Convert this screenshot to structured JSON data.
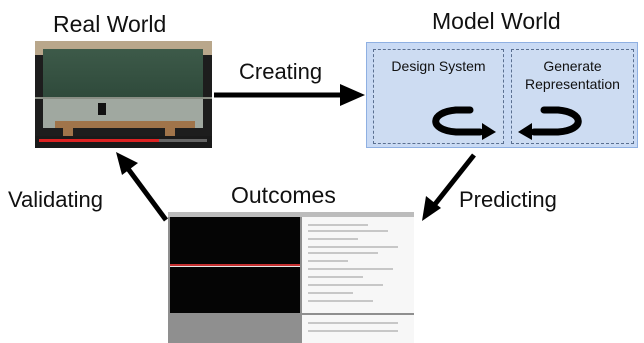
{
  "nodes": {
    "real_world": "Real World",
    "model_world": "Model World",
    "outcomes": "Outcomes",
    "design_system": "Design System",
    "generate_representation_line1": "Generate",
    "generate_representation_line2": "Representation"
  },
  "edges": {
    "creating": "Creating",
    "predicting": "Predicting",
    "validating": "Validating"
  },
  "colors": {
    "model_box_fill": "#c9daf4",
    "arrow": "#000000"
  },
  "icons": {
    "design_cycle": "circular-arrow-icon",
    "representation_cycle": "circular-arrow-icon"
  }
}
